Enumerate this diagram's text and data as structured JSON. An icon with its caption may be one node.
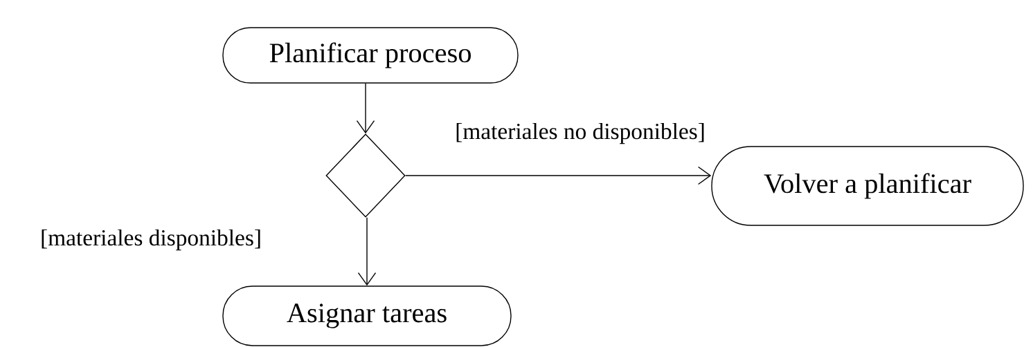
{
  "diagram": {
    "nodes": [
      {
        "text": [
          "Planificar proceso"
        ]
      },
      {
        "text": [],
        "shape": "diamond"
      },
      {
        "text": [
          "Volver a planificar"
        ]
      },
      {
        "text": [
          "Asignar tareas"
        ]
      }
    ],
    "edges": [
      {
        "from": 0,
        "to": 1,
        "arrow": "to"
      },
      {
        "from": 1,
        "to": 2,
        "arrow": "to",
        "label": "[materiales no disponibles]"
      },
      {
        "from": 1,
        "to": 3,
        "arrow": "to",
        "label": "[materiales disponibles]"
      }
    ]
  }
}
